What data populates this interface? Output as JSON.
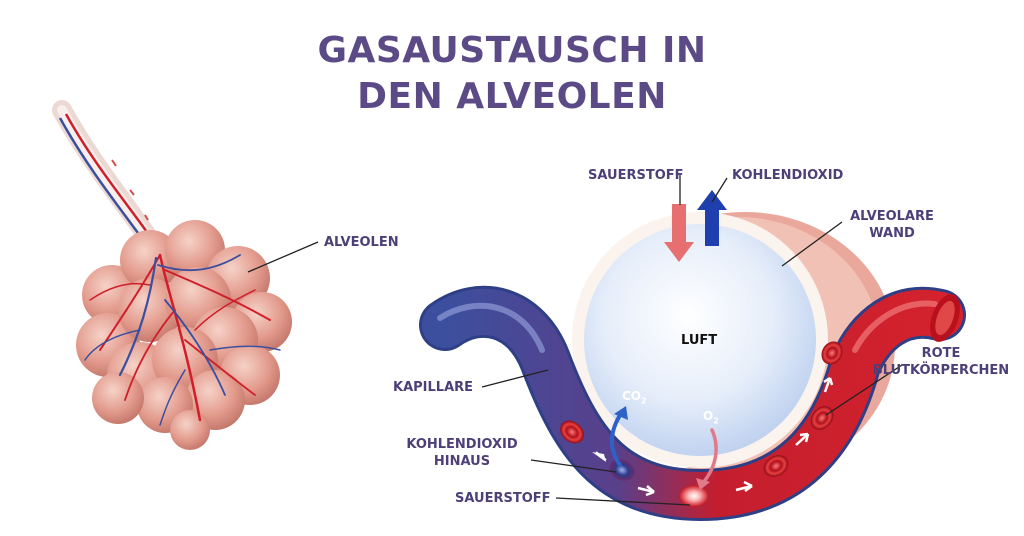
{
  "title": {
    "line1": "GASAUSTAUSCH IN",
    "line2": "DEN ALVEOLEN"
  },
  "labels": {
    "alveolen": "ALVEOLEN",
    "sauerstoff_top": "SAUERSTOFF",
    "kohlendioxid_top": "KOHLENDIOXID",
    "alveolare_line1": "ALVEOLARE",
    "alveolare_line2": "WAND",
    "luft": "LUFT",
    "kapillare": "KAPILLARE",
    "rote_line1": "ROTE",
    "rote_line2": "BLUTKÖRPERCHEN",
    "co2_hinaus_line1": "KOHLENDIOXID",
    "co2_hinaus_line2": "HINAUS",
    "sauerstoff_bottom": "SAUERSTOFF",
    "co2_mark": "CO",
    "co2_sub": "2",
    "o2_mark": "O",
    "o2_sub": "2"
  },
  "colors": {
    "title": "#5b4a86",
    "label": "#4d3f78",
    "artery_red": "#cf1f2b",
    "vein_blue": "#3a4fa0",
    "alveolus_pink": "#e8a79a",
    "air_blue": "#dfe9f8"
  }
}
